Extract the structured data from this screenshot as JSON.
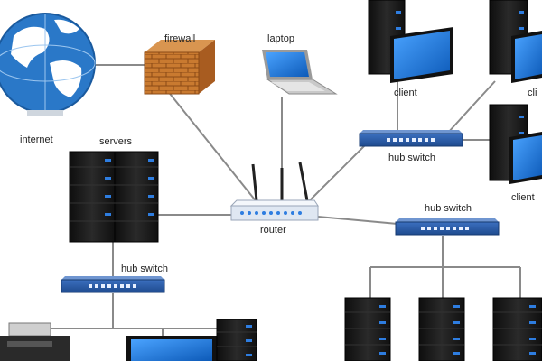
{
  "labels": {
    "internet": "internet",
    "firewall": "firewall",
    "laptop": "laptop",
    "servers": "servers",
    "router": "router",
    "hub_switch_top": "hub switch",
    "hub_switch_mid": "hub switch",
    "hub_switch_left": "hub switch",
    "client_1": "client",
    "client_2": "cli",
    "client_3": "client"
  },
  "colors": {
    "cable": "#8a8a8a",
    "switch_body": "#2f5fa8",
    "server_body": "#1c1c1c",
    "server_led": "#2e7de0",
    "globe_ocean": "#2a78c8",
    "globe_land": "#ffffff",
    "brick": "#c9772e",
    "router_body": "#e8eef6",
    "screen": "#1f6fd0"
  },
  "icons": [
    "globe-icon",
    "firewall-icon",
    "laptop-icon",
    "router-icon",
    "switch-icon",
    "server-icon",
    "monitor-icon",
    "printer-icon"
  ]
}
